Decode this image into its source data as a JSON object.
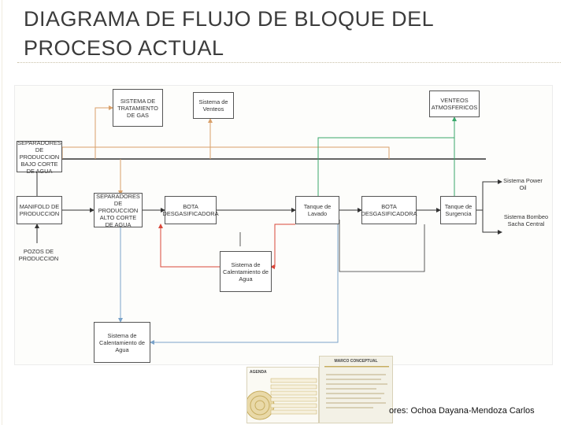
{
  "slide": {
    "title": "DIAGRAMA DE FLUJO DE BLOQUE DEL PROCESO ACTUAL",
    "authors": "ores: Ochoa Dayana-Mendoza Carlos"
  },
  "diagram": {
    "blocks": {
      "sistema_tratamiento_gas": "SISTEMA DE TRATAMIENTO DE GAS",
      "sistema_venteos": "Sistema de Venteos",
      "venteos_atmosfericos": "VENTEOS ATMOSFERICOS",
      "separadores_bajo_corte": "SEPARADORES DE PRODUCCION BAJO CORTE DE AGUA",
      "manifold": "MANIFOLD DE PRODUCCION",
      "separadores_alto_corte": "SEPARADORES DE PRODUCCION ALTO CORTE DE AGUA",
      "bota_desgasificadora_1": "BOTA DESGASIFICADORA",
      "tanque_lavado": "Tanque de Lavado",
      "bota_desgasificadora_2": "BOTA DESGASIFICADORA",
      "tanque_surgencia": "Tanque de Surgencia",
      "calentamiento_agua_1": "Sistema de Calentamiento de Agua",
      "calentamiento_agua_2": "Sistema de Calentamiento de Agua"
    },
    "labels": {
      "sistema_power_oil": "Sistema Power Oil",
      "sistema_bombeo": "Sistema Bombeo Sacha Central",
      "pozos": "POZOS DE PRODUCCION"
    },
    "line_colors": {
      "oil": "#333333",
      "gas": "#d9a06a",
      "vent": "#3aa86b",
      "water_hot": "#d9473a",
      "water": "#7aa3c9"
    }
  },
  "thumbnails": {
    "agenda_title": "AGENDA",
    "marco_title": "MARCO CONCEPTUAL"
  }
}
